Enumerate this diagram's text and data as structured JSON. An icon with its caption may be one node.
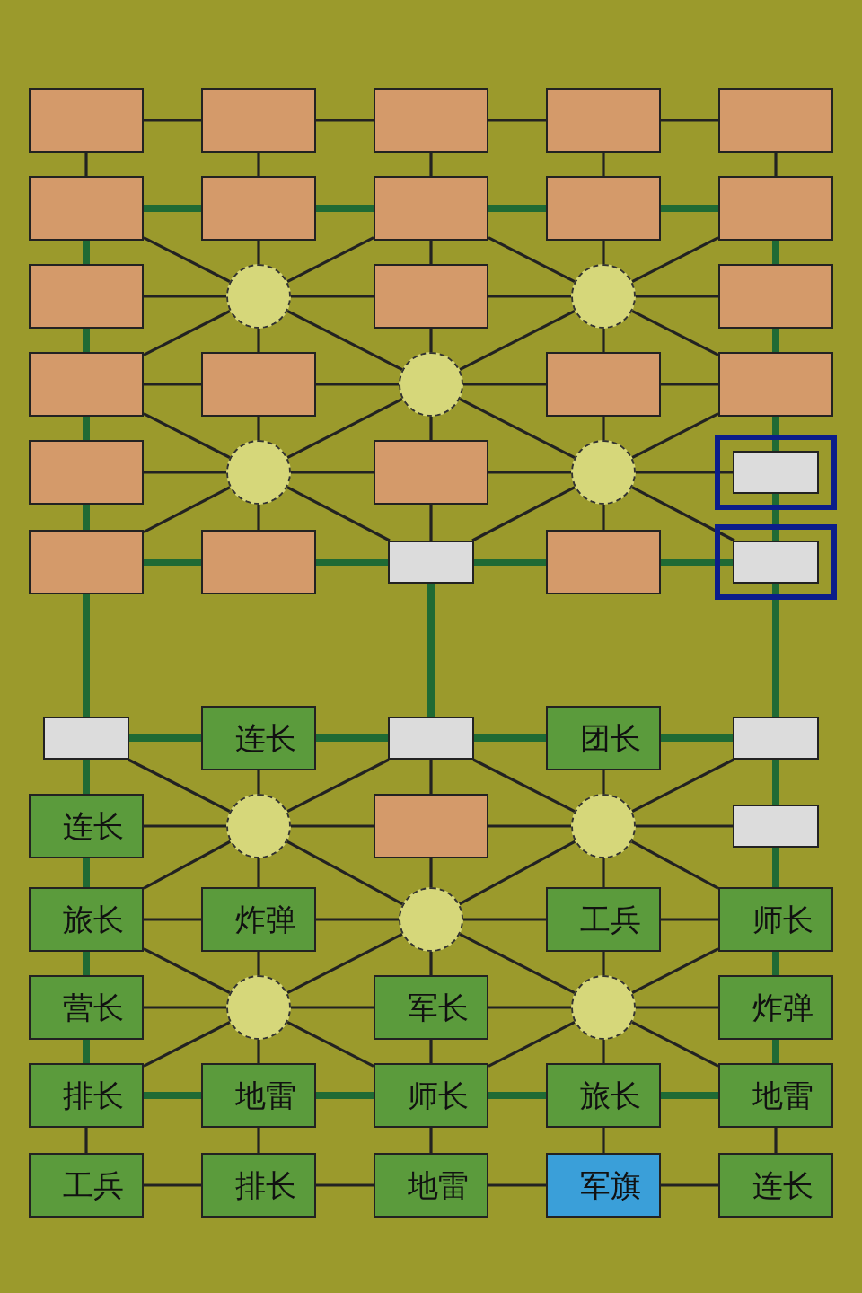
{
  "diagram": {
    "nodes": [
      {
        "text": [],
        "shape": "box"
      },
      {
        "text": [],
        "shape": "box"
      },
      {
        "text": [],
        "shape": "box"
      },
      {
        "text": [],
        "shape": "box"
      },
      {
        "text": [],
        "shape": "box"
      },
      {
        "text": [],
        "shape": "box"
      },
      {
        "text": [],
        "shape": "box"
      },
      {
        "text": [],
        "shape": "box"
      },
      {
        "text": [],
        "shape": "box"
      },
      {
        "text": [],
        "shape": "box"
      },
      {
        "text": [],
        "shape": "box"
      },
      {
        "text": [],
        "shape": "circle"
      },
      {
        "text": [],
        "shape": "box"
      },
      {
        "text": [],
        "shape": "circle"
      },
      {
        "text": [],
        "shape": "box"
      },
      {
        "text": [],
        "shape": "box"
      },
      {
        "text": [],
        "shape": "box"
      },
      {
        "text": [],
        "shape": "circle"
      },
      {
        "text": [],
        "shape": "box"
      },
      {
        "text": [],
        "shape": "box"
      },
      {
        "text": [],
        "shape": "box"
      },
      {
        "text": [],
        "shape": "circle"
      },
      {
        "text": [],
        "shape": "box"
      },
      {
        "text": [],
        "shape": "circle"
      },
      {
        "text": [],
        "shape": "box"
      },
      {
        "text": [],
        "shape": "box"
      },
      {
        "text": [],
        "shape": "box"
      },
      {
        "text": [],
        "shape": "box"
      },
      {
        "text": [],
        "shape": "box"
      },
      {
        "text": [],
        "shape": "box"
      },
      {
        "text": [],
        "shape": "box"
      },
      {
        "text": [
          "连长"
        ]
      },
      {
        "text": [],
        "shape": "box"
      },
      {
        "text": [
          "团长"
        ]
      },
      {
        "text": [],
        "shape": "box"
      },
      {
        "text": [
          "连长"
        ]
      },
      {
        "text": [],
        "shape": "circle"
      },
      {
        "text": [],
        "shape": "box"
      },
      {
        "text": [],
        "shape": "circle"
      },
      {
        "text": [],
        "shape": "box"
      },
      {
        "text": [
          "旅长"
        ]
      },
      {
        "text": [
          "炸弹"
        ]
      },
      {
        "text": [],
        "shape": "circle"
      },
      {
        "text": [
          "工兵"
        ]
      },
      {
        "text": [
          "师长"
        ]
      },
      {
        "text": [
          "营长"
        ]
      },
      {
        "text": [],
        "shape": "circle"
      },
      {
        "text": [
          "军长"
        ]
      },
      {
        "text": [],
        "shape": "circle"
      },
      {
        "text": [
          "炸弹"
        ]
      },
      {
        "text": [
          "排长"
        ]
      },
      {
        "text": [
          "地雷"
        ]
      },
      {
        "text": [
          "师长"
        ]
      },
      {
        "text": [
          "旅长"
        ]
      },
      {
        "text": [
          "地雷"
        ]
      },
      {
        "text": [
          "工兵"
        ]
      },
      {
        "text": [
          "排长"
        ]
      },
      {
        "text": [
          "地雷"
        ]
      },
      {
        "text": [
          "军旗"
        ]
      },
      {
        "text": [
          "连长"
        ]
      }
    ],
    "edges": [
      {
        "from": 0,
        "to": 1,
        "arrow": "none"
      },
      {
        "from": 1,
        "to": 2,
        "arrow": "none"
      },
      {
        "from": 2,
        "to": 3,
        "arrow": "none"
      },
      {
        "from": 3,
        "to": 4,
        "arrow": "none"
      },
      {
        "from": 5,
        "to": 6,
        "arrow": "none",
        "style": "thick"
      },
      {
        "from": 6,
        "to": 7,
        "arrow": "none",
        "style": "thick"
      },
      {
        "from": 7,
        "to": 8,
        "arrow": "none",
        "style": "thick"
      },
      {
        "from": 8,
        "to": 9,
        "arrow": "none",
        "style": "thick"
      },
      {
        "from": 10,
        "to": 11,
        "arrow": "none"
      },
      {
        "from": 11,
        "to": 12,
        "arrow": "none"
      },
      {
        "from": 12,
        "to": 13,
        "arrow": "none"
      },
      {
        "from": 13,
        "to": 14,
        "arrow": "none"
      },
      {
        "from": 15,
        "to": 16,
        "arrow": "none"
      },
      {
        "from": 16,
        "to": 17,
        "arrow": "none"
      },
      {
        "from": 17,
        "to": 18,
        "arrow": "none"
      },
      {
        "from": 18,
        "to": 19,
        "arrow": "none"
      },
      {
        "from": 20,
        "to": 21,
        "arrow": "none"
      },
      {
        "from": 21,
        "to": 22,
        "arrow": "none"
      },
      {
        "from": 22,
        "to": 23,
        "arrow": "none"
      },
      {
        "from": 23,
        "to": 24,
        "arrow": "none"
      },
      {
        "from": 25,
        "to": 26,
        "arrow": "none",
        "style": "thick"
      },
      {
        "from": 26,
        "to": 27,
        "arrow": "none",
        "style": "thick"
      },
      {
        "from": 27,
        "to": 28,
        "arrow": "none",
        "style": "thick"
      },
      {
        "from": 28,
        "to": 29,
        "arrow": "none",
        "style": "thick"
      },
      {
        "from": 30,
        "to": 31,
        "arrow": "none",
        "style": "thick"
      },
      {
        "from": 31,
        "to": 32,
        "arrow": "none",
        "style": "thick"
      },
      {
        "from": 32,
        "to": 33,
        "arrow": "none",
        "style": "thick"
      },
      {
        "from": 33,
        "to": 34,
        "arrow": "none",
        "style": "thick"
      },
      {
        "from": 35,
        "to": 36,
        "arrow": "none"
      },
      {
        "from": 36,
        "to": 37,
        "arrow": "none"
      },
      {
        "from": 37,
        "to": 38,
        "arrow": "none"
      },
      {
        "from": 38,
        "to": 39,
        "arrow": "none"
      },
      {
        "from": 40,
        "to": 41,
        "arrow": "none"
      },
      {
        "from": 41,
        "to": 42,
        "arrow": "none"
      },
      {
        "from": 42,
        "to": 43,
        "arrow": "none"
      },
      {
        "from": 43,
        "to": 44,
        "arrow": "none"
      },
      {
        "from": 45,
        "to": 46,
        "arrow": "none"
      },
      {
        "from": 46,
        "to": 47,
        "arrow": "none"
      },
      {
        "from": 47,
        "to": 48,
        "arrow": "none"
      },
      {
        "from": 48,
        "to": 49,
        "arrow": "none"
      },
      {
        "from": 50,
        "to": 51,
        "arrow": "none",
        "style": "thick"
      },
      {
        "from": 51,
        "to": 52,
        "arrow": "none",
        "style": "thick"
      },
      {
        "from": 52,
        "to": 53,
        "arrow": "none",
        "style": "thick"
      },
      {
        "from": 53,
        "to": 54,
        "arrow": "none",
        "style": "thick"
      },
      {
        "from": 55,
        "to": 56,
        "arrow": "none"
      },
      {
        "from": 56,
        "to": 57,
        "arrow": "none"
      },
      {
        "from": 57,
        "to": 58,
        "arrow": "none"
      },
      {
        "from": 58,
        "to": 59,
        "arrow": "none"
      },
      {
        "from": 0,
        "to": 5,
        "arrow": "none"
      },
      {
        "from": 5,
        "to": 10,
        "arrow": "none",
        "style": "thick"
      },
      {
        "from": 10,
        "to": 15,
        "arrow": "none",
        "style": "thick"
      },
      {
        "from": 15,
        "to": 20,
        "arrow": "none",
        "style": "thick"
      },
      {
        "from": 20,
        "to": 25,
        "arrow": "none",
        "style": "thick"
      },
      {
        "from": 30,
        "to": 35,
        "arrow": "none",
        "style": "thick"
      },
      {
        "from": 35,
        "to": 40,
        "arrow": "none",
        "style": "thick"
      },
      {
        "from": 40,
        "to": 45,
        "arrow": "none",
        "style": "thick"
      },
      {
        "from": 45,
        "to": 50,
        "arrow": "none",
        "style": "thick"
      },
      {
        "from": 50,
        "to": 55,
        "arrow": "none"
      },
      {
        "from": 1,
        "to": 6,
        "arrow": "none"
      },
      {
        "from": 6,
        "to": 11,
        "arrow": "none"
      },
      {
        "from": 11,
        "to": 16,
        "arrow": "none"
      },
      {
        "from": 16,
        "to": 21,
        "arrow": "none"
      },
      {
        "from": 21,
        "to": 26,
        "arrow": "none"
      },
      {
        "from": 31,
        "to": 36,
        "arrow": "none"
      },
      {
        "from": 36,
        "to": 41,
        "arrow": "none"
      },
      {
        "from": 41,
        "to": 46,
        "arrow": "none"
      },
      {
        "from": 46,
        "to": 51,
        "arrow": "none"
      },
      {
        "from": 51,
        "to": 56,
        "arrow": "none"
      },
      {
        "from": 2,
        "to": 7,
        "arrow": "none"
      },
      {
        "from": 7,
        "to": 12,
        "arrow": "none"
      },
      {
        "from": 12,
        "to": 17,
        "arrow": "none"
      },
      {
        "from": 17,
        "to": 22,
        "arrow": "none"
      },
      {
        "from": 22,
        "to": 27,
        "arrow": "none"
      },
      {
        "from": 32,
        "to": 37,
        "arrow": "none"
      },
      {
        "from": 37,
        "to": 42,
        "arrow": "none"
      },
      {
        "from": 42,
        "to": 47,
        "arrow": "none"
      },
      {
        "from": 47,
        "to": 52,
        "arrow": "none"
      },
      {
        "from": 52,
        "to": 57,
        "arrow": "none"
      },
      {
        "from": 3,
        "to": 8,
        "arrow": "none"
      },
      {
        "from": 8,
        "to": 13,
        "arrow": "none"
      },
      {
        "from": 13,
        "to": 18,
        "arrow": "none"
      },
      {
        "from": 18,
        "to": 23,
        "arrow": "none"
      },
      {
        "from": 23,
        "to": 28,
        "arrow": "none"
      },
      {
        "from": 33,
        "to": 38,
        "arrow": "none"
      },
      {
        "from": 38,
        "to": 43,
        "arrow": "none"
      },
      {
        "from": 43,
        "to": 48,
        "arrow": "none"
      },
      {
        "from": 48,
        "to": 53,
        "arrow": "none"
      },
      {
        "from": 53,
        "to": 58,
        "arrow": "none"
      },
      {
        "from": 4,
        "to": 9,
        "arrow": "none"
      },
      {
        "from": 9,
        "to": 14,
        "arrow": "none",
        "style": "thick"
      },
      {
        "from": 14,
        "to": 19,
        "arrow": "none",
        "style": "thick"
      },
      {
        "from": 19,
        "to": 24,
        "arrow": "none",
        "style": "thick"
      },
      {
        "from": 24,
        "to": 29,
        "arrow": "none",
        "style": "thick"
      },
      {
        "from": 34,
        "to": 39,
        "arrow": "none",
        "style": "thick"
      },
      {
        "from": 39,
        "to": 44,
        "arrow": "none",
        "style": "thick"
      },
      {
        "from": 44,
        "to": 49,
        "arrow": "none",
        "style": "thick"
      },
      {
        "from": 49,
        "to": 54,
        "arrow": "none",
        "style": "thick"
      },
      {
        "from": 54,
        "to": 59,
        "arrow": "none"
      },
      {
        "from": 25,
        "to": 30,
        "arrow": "none",
        "style": "thick"
      },
      {
        "from": 27,
        "to": 32,
        "arrow": "none",
        "style": "thick"
      },
      {
        "from": 29,
        "to": 34,
        "arrow": "none",
        "style": "thick"
      },
      {
        "from": 5,
        "to": 11,
        "arrow": "none"
      },
      {
        "from": 7,
        "to": 11,
        "arrow": "none"
      },
      {
        "from": 11,
        "to": 15,
        "arrow": "none"
      },
      {
        "from": 11,
        "to": 17,
        "arrow": "none"
      },
      {
        "from": 7,
        "to": 13,
        "arrow": "none"
      },
      {
        "from": 9,
        "to": 13,
        "arrow": "none"
      },
      {
        "from": 13,
        "to": 17,
        "arrow": "none"
      },
      {
        "from": 13,
        "to": 19,
        "arrow": "none"
      },
      {
        "from": 15,
        "to": 21,
        "arrow": "none"
      },
      {
        "from": 17,
        "to": 21,
        "arrow": "none"
      },
      {
        "from": 21,
        "to": 25,
        "arrow": "none"
      },
      {
        "from": 21,
        "to": 27,
        "arrow": "none"
      },
      {
        "from": 17,
        "to": 23,
        "arrow": "none"
      },
      {
        "from": 19,
        "to": 23,
        "arrow": "none"
      },
      {
        "from": 23,
        "to": 27,
        "arrow": "none"
      },
      {
        "from": 23,
        "to": 29,
        "arrow": "none"
      },
      {
        "from": 30,
        "to": 36,
        "arrow": "none"
      },
      {
        "from": 32,
        "to": 36,
        "arrow": "none"
      },
      {
        "from": 36,
        "to": 40,
        "arrow": "none"
      },
      {
        "from": 36,
        "to": 42,
        "arrow": "none"
      },
      {
        "from": 32,
        "to": 38,
        "arrow": "none"
      },
      {
        "from": 34,
        "to": 38,
        "arrow": "none"
      },
      {
        "from": 38,
        "to": 42,
        "arrow": "none"
      },
      {
        "from": 38,
        "to": 44,
        "arrow": "none"
      },
      {
        "from": 40,
        "to": 46,
        "arrow": "none"
      },
      {
        "from": 42,
        "to": 46,
        "arrow": "none"
      },
      {
        "from": 46,
        "to": 50,
        "arrow": "none"
      },
      {
        "from": 46,
        "to": 52,
        "arrow": "none"
      },
      {
        "from": 42,
        "to": 48,
        "arrow": "none"
      },
      {
        "from": 44,
        "to": 48,
        "arrow": "none"
      },
      {
        "from": 48,
        "to": 52,
        "arrow": "none"
      },
      {
        "from": 48,
        "to": 54,
        "arrow": "none"
      }
    ]
  }
}
